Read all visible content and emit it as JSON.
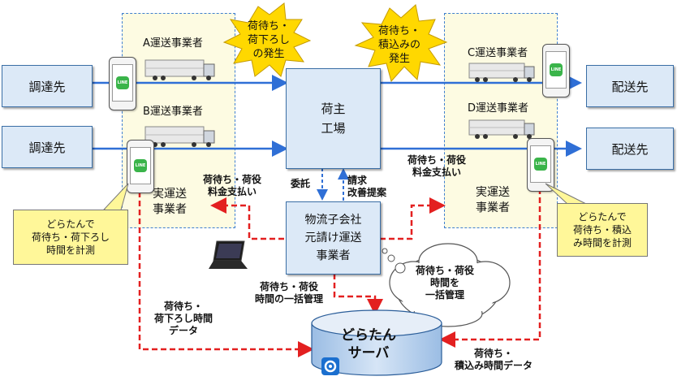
{
  "sources": {
    "top": "調達先",
    "bottom": "調達先"
  },
  "destinations": {
    "top": "配送先",
    "bottom": "配送先"
  },
  "factory": {
    "line1": "荷主",
    "line2": "工場"
  },
  "carriers": {
    "a": "A運送事業者",
    "b": "B運送事業者",
    "c": "C運送事業者",
    "d": "D運送事業者"
  },
  "actual_carriers": {
    "left_line1": "実運送",
    "left_line2": "事業者",
    "right_line1": "実運送",
    "right_line2": "事業者"
  },
  "logistics_sub": {
    "line1": "物流子会社",
    "line2": "元請け運送",
    "line3": "事業者"
  },
  "bursts": {
    "left": [
      "荷待ち・",
      "荷下ろし",
      "の発生"
    ],
    "right": [
      "荷待ち・",
      "積込みの",
      "発生"
    ]
  },
  "labels": {
    "commission": "委託",
    "request_line1": "請求",
    "request_line2": "改善提案",
    "left_payment_line1": "荷待ち・荷役",
    "left_payment_line2": "料金支払い",
    "right_payment_line1": "荷待ち・荷役",
    "right_payment_line2": "料金支払い",
    "batch_line1": "荷待ち・荷役",
    "batch_line2": "時間の一括管理",
    "left_data_line1": "荷待ち・",
    "left_data_line2": "荷下ろし時間",
    "left_data_line3": "データ",
    "right_data_line1": "荷待ち・",
    "right_data_line2": "積込み時間データ"
  },
  "cloud": {
    "line1": "荷待ち・荷役",
    "line2": "時間を",
    "line3": "一括管理"
  },
  "server": {
    "line1": "どらたん",
    "line2": "サーバ"
  },
  "callouts": {
    "left": "どらたんで\n荷待ち・荷下ろし\n時間を計測",
    "right": "どらたんで\n荷待ち・積込\nみ時間を計測"
  },
  "phone_app": "LINE",
  "colors": {
    "blue_arrow": "#2f6fd6",
    "red_dashed": "#e32020",
    "burst_yellow": "#ffd800",
    "callout_yellow": "#fff799",
    "region_fill": "#fdfbe2",
    "box_fill": "#dce9f7"
  }
}
